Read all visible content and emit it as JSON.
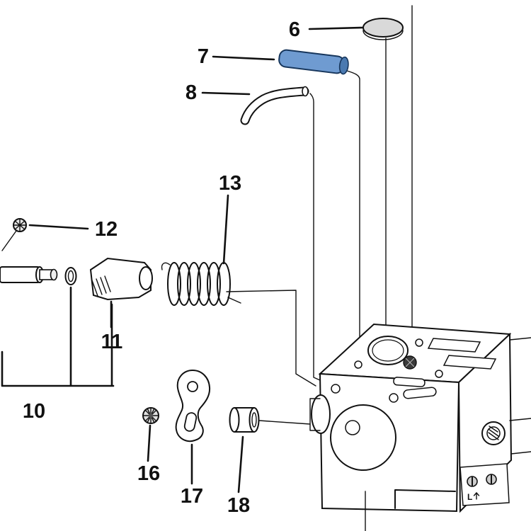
{
  "diagram": {
    "labels": [
      "6",
      "7",
      "8",
      "10",
      "11",
      "12",
      "13",
      "16",
      "17",
      "18"
    ],
    "carb_marking": "L",
    "colors": {
      "line": "#111111",
      "highlight_fill": "#6f9bd1",
      "highlight_end": "#4a79b0",
      "highlight_stroke": "#17365c",
      "disc_fill": "#d9d9d9"
    }
  }
}
